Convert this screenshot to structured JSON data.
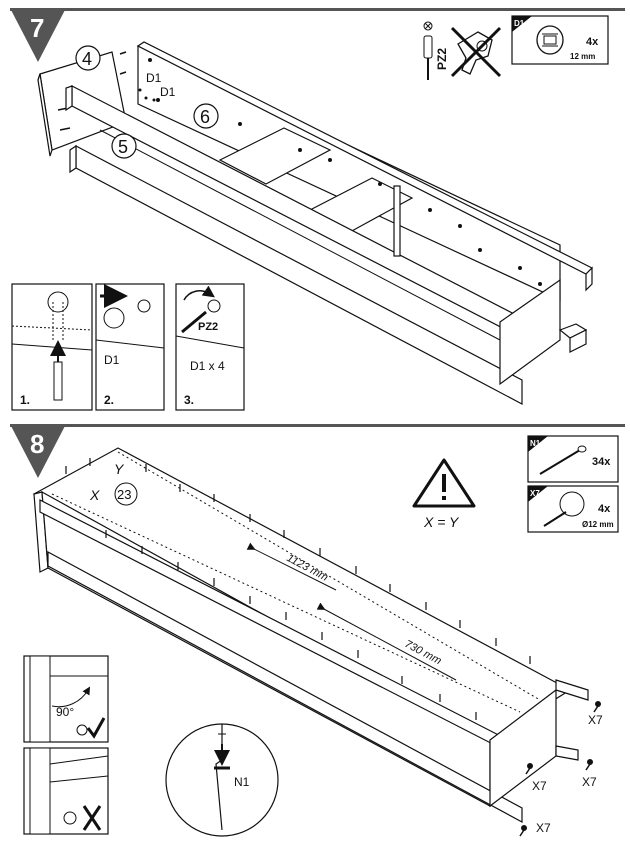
{
  "step7": {
    "number": "7",
    "tool": {
      "bit_label": "PZ2"
    },
    "part_box": {
      "code": "D1",
      "qty": "4x",
      "size": "12 mm"
    },
    "parts": {
      "side": "4",
      "front": "5",
      "back": "6"
    },
    "fittings": {
      "label_a": "D1",
      "label_b": "D1"
    },
    "substeps": [
      {
        "number": "1.",
        "caption": ""
      },
      {
        "number": "2.",
        "caption": "D1"
      },
      {
        "number": "3.",
        "caption": "D1 x 4",
        "bit": "PZ2"
      }
    ]
  },
  "step8": {
    "number": "8",
    "panel": "23",
    "corner_y": "Y",
    "corner_x": "X",
    "diag_long": "1123 mm",
    "diag_short": "730 mm",
    "equation": "X = Y",
    "nail_box": {
      "code": "N1",
      "qty": "34x"
    },
    "screw_box": {
      "code": "X7",
      "qty": "4x",
      "size": "Ø12 mm"
    },
    "screw_labels": [
      "X7",
      "X7",
      "X7",
      "X7"
    ],
    "angle": "90°",
    "zoom_label": "N1"
  },
  "colors": {
    "ink": "#111111",
    "band": "#555555"
  }
}
